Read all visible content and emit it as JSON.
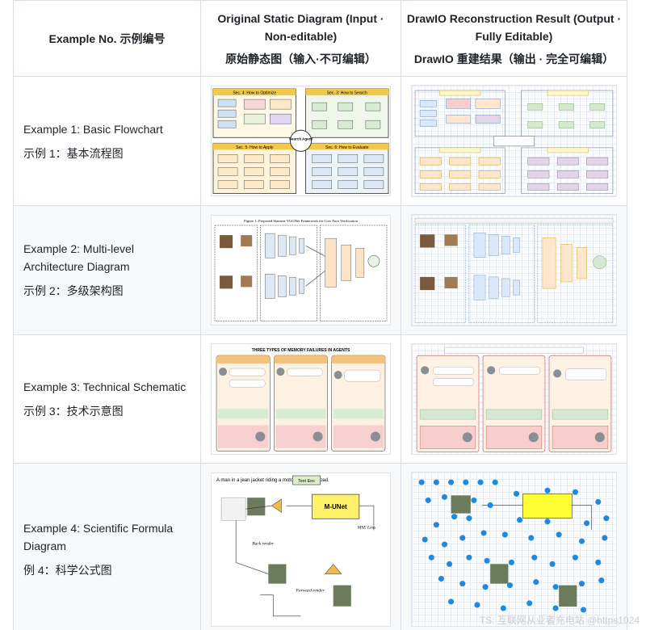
{
  "header": {
    "col1": "Example No. 示例编号",
    "col2_en": "Original Static Diagram (Input · Non-editable)",
    "col2_cn": "原始静态图（输入·不可编辑）",
    "col3_en": "DrawIO Reconstruction Result (Output · Fully Editable)",
    "col3_cn": "DrawIO 重建结果（输出 · 完全可编辑）"
  },
  "rows": [
    {
      "label_en": "Example 1: Basic Flowchart",
      "label_cn": "示例 1：基本流程图"
    },
    {
      "label_en": "Example 2: Multi-level Architecture Diagram",
      "label_cn": "示例 2：多级架构图"
    },
    {
      "label_en": "Example 3: Technical Schematic",
      "label_cn": "示例 3：技术示意图"
    },
    {
      "label_en": "Example 4: Scientific Formula Diagram",
      "label_cn": "例 4：科学公式图"
    }
  ],
  "thumb_text": {
    "flow_sec4": "Sec. 4: How to Optimize",
    "flow_sec3": "Sec. 3: How to Search",
    "flow_sec5": "Sec. 5: How to Apply",
    "flow_sec6": "Sec. 6: How to Evaluate",
    "flow_center": "Search Agent",
    "arch_title": "Figure 1: Proposed Siamese VGGNet Framework for Cow Face Verification",
    "mem_title": "THREE TYPES OF MEMORY FAILURES IN AGENTS",
    "formula_caption": "A man in a jean jacket riding a motorcycle on a road.",
    "formula_unet": "M-UNet",
    "formula_textenc": "Text Enc",
    "formula_back": "Back render",
    "formula_forward": "Forward render",
    "formula_mse": "MSE Loss"
  },
  "watermark": "TS: 互联网从业者充电站 @https1024"
}
